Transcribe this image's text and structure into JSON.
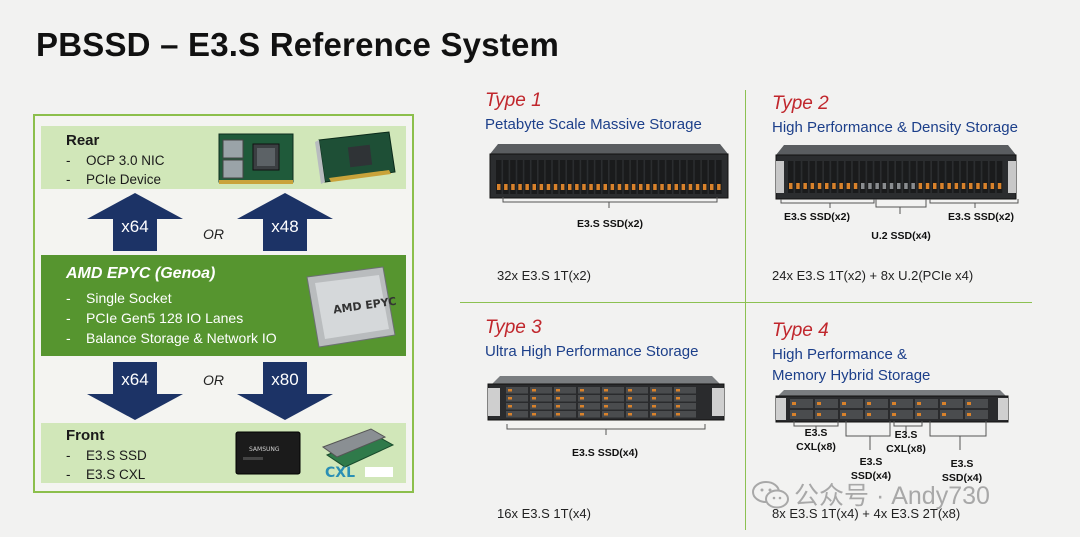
{
  "title": "PBSSD – E3.S  Reference System",
  "panel": {
    "rear": {
      "title": "Rear",
      "items": [
        "OCP 3.0 NIC",
        "PCIe Device"
      ]
    },
    "cpu": {
      "title": "AMD EPYC (Genoa)",
      "items": [
        "Single Socket",
        "PCIe Gen5 128 IO Lanes",
        "Balance Storage & Network IO"
      ],
      "chip_text": "AMD EPYC"
    },
    "front": {
      "title": "Front",
      "items": [
        "E3.S SSD",
        "E3.S CXL"
      ],
      "ssd_text": "SAMSUNG",
      "cxl_text": "CXL"
    },
    "arrows": {
      "up_left": "x64",
      "up_right": "x48",
      "down_left": "x64",
      "down_right": "x80"
    },
    "or_label": "OR"
  },
  "types": [
    {
      "title": "Type 1",
      "subtitle": [
        "Petabyte Scale Massive Storage"
      ],
      "annotations": [
        "E3.S SSD(x2)"
      ],
      "spec": "32x E3.S 1T(x2)"
    },
    {
      "title": "Type 2",
      "subtitle": [
        "High Performance &  Density Storage"
      ],
      "annotations": [
        "E3.S SSD(x2)",
        "U.2 SSD(x4)",
        "E3.S SSD(x2)"
      ],
      "spec": "24x E3.S 1T(x2) + 8x U.2(PCIe x4)"
    },
    {
      "title": "Type 3",
      "subtitle": [
        "Ultra High Performance Storage"
      ],
      "annotations": [
        "E3.S SSD(x4)"
      ],
      "spec": "16x E3.S 1T(x4)"
    },
    {
      "title": "Type 4",
      "subtitle": [
        "High Performance &",
        "Memory Hybrid Storage"
      ],
      "annotations": [
        "E3.S CXL(x8)",
        "E3.S SSD(x4)",
        "E3.S CXL(x8)",
        "E3.S SSD(x4)"
      ],
      "spec": "8x E3.S 1T(x4) + 4x E3.S 2T(x8)"
    }
  ],
  "watermark": "公众号 · Andy730",
  "colors": {
    "panel_border": "#8cbf4c",
    "band_light": "#d1e7b9",
    "band_dark": "#56952f",
    "arrow": "#1c3366",
    "type_red": "#c0262c",
    "subtitle_blue": "#1c3f8a"
  }
}
